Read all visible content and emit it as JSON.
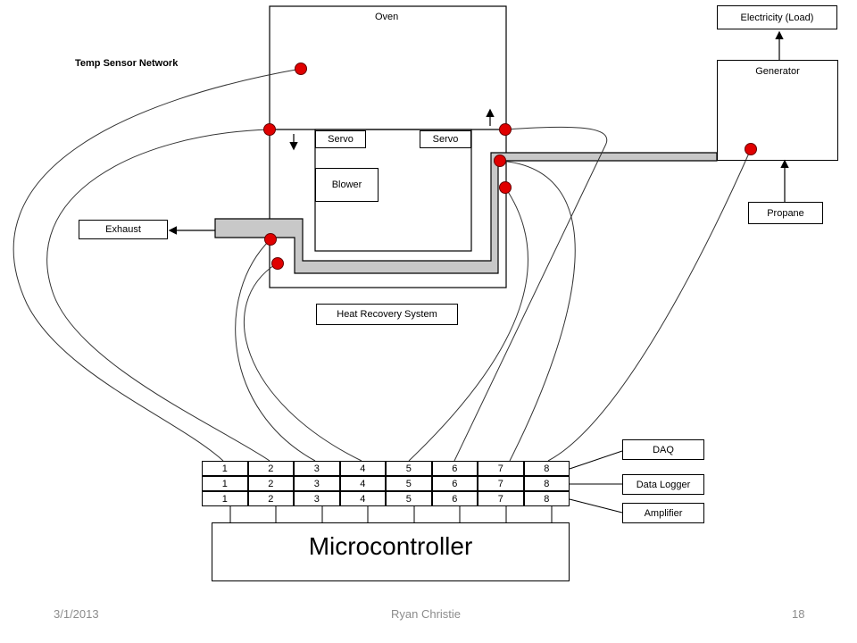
{
  "oven": "Oven",
  "generator": "Generator",
  "electricity": "Electricity (Load)",
  "propane": "Propane",
  "exhaust": "Exhaust",
  "blower": "Blower",
  "servo_left": "Servo",
  "servo_right": "Servo",
  "heat_recovery": "Heat Recovery System",
  "temp_sensor_network": "Temp Sensor Network",
  "microcontroller": "Microcontroller",
  "outputs": {
    "daq": "DAQ",
    "data_logger": "Data Logger",
    "amplifier": "Amplifier"
  },
  "channel_rows": [
    [
      "1",
      "2",
      "3",
      "4",
      "5",
      "6",
      "7",
      "8"
    ],
    [
      "1",
      "2",
      "3",
      "4",
      "5",
      "6",
      "7",
      "8"
    ],
    [
      "1",
      "2",
      "3",
      "4",
      "5",
      "6",
      "7",
      "8"
    ]
  ],
  "footer": {
    "date": "3/1/2013",
    "author": "Ryan Christie",
    "page": "18"
  },
  "colors": {
    "sensor": "#e00000",
    "pipe": "#c8c8c8",
    "footer_text": "#8c8c8c"
  }
}
